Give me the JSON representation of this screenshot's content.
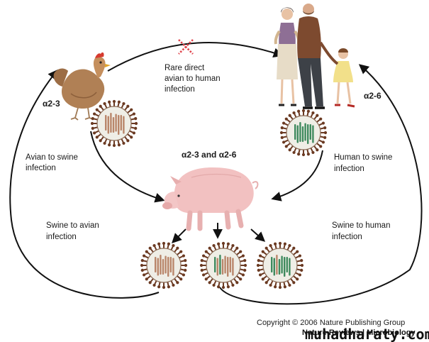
{
  "labels": {
    "avian_receptor": "α2-3",
    "human_receptor": "α2-6",
    "swine_receptor": "α2-3 and α2-6",
    "rare_direct": [
      "Rare direct",
      "avian to human",
      "infection"
    ],
    "avian_to_swine": [
      "Avian to swine",
      "infection"
    ],
    "human_to_swine": [
      "Human to swine",
      "infection"
    ],
    "swine_to_avian": [
      "Swine to avian",
      "infection"
    ],
    "swine_to_human": [
      "Swine to human",
      "infection"
    ]
  },
  "copyright": "Copyright © 2006 Nature Publishing Group",
  "journal": "Nature Reviews | Microbiology",
  "watermark": "muhadharaty.com",
  "colors": {
    "avian_segment": "#b9866a",
    "human_segment": "#3f8a5e",
    "virion_spike": "#6b3a22",
    "virion_body": "#efeee6",
    "arrow": "#111111",
    "blocked_x": "#e0434b"
  },
  "icons": {
    "hen": "hen-illustration",
    "family": "human-family-illustration",
    "pig": "pig-illustration",
    "virus": "influenza-virion-icon"
  }
}
